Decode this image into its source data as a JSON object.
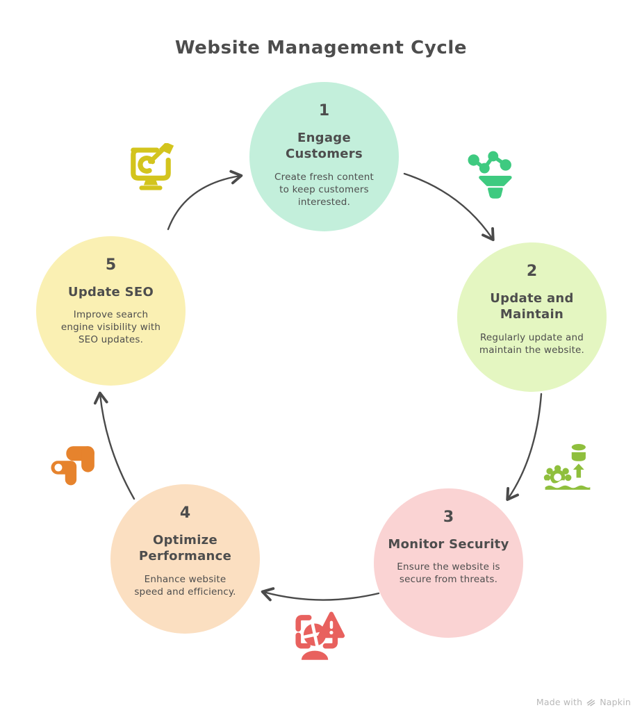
{
  "title": "Website Management Cycle",
  "colors": {
    "background": "#ffffff",
    "text": "#4d4d4d",
    "arrow": "#4a4a4a",
    "watermark": "#b8b8b8"
  },
  "steps": [
    {
      "number": "1",
      "title": "Engage\nCustomers",
      "description": "Create fresh content\nto keep customers\ninterested.",
      "fill": "#c3efdb"
    },
    {
      "number": "2",
      "title": "Update and\nMaintain",
      "description": "Regularly update and\nmaintain the website.",
      "fill": "#e4f6c1"
    },
    {
      "number": "3",
      "title": "Monitor Security",
      "description": "Ensure the website is\nsecure from threats.",
      "fill": "#fad3d3"
    },
    {
      "number": "4",
      "title": "Optimize\nPerformance",
      "description": "Enhance website\nspeed and efficiency.",
      "fill": "#fbdfc1"
    },
    {
      "number": "5",
      "title": "Update SEO",
      "description": "Improve search\nengine visibility with\nSEO updates.",
      "fill": "#faf0b3"
    }
  ],
  "icons": {
    "seo_monitor": {
      "name": "monitor-target-icon",
      "color": "#d3c41d"
    },
    "engage_funnel": {
      "name": "network-funnel-icon",
      "color": "#3eca80"
    },
    "maintain_database": {
      "name": "database-gear-icon",
      "color": "#8fbf3d"
    },
    "security_alert": {
      "name": "user-alert-icon",
      "color": "#e8615e"
    },
    "performance_blocks": {
      "name": "blocks-icon",
      "color": "#e6832d"
    }
  },
  "watermark": {
    "prefix": "Made with",
    "brand": "Napkin"
  }
}
